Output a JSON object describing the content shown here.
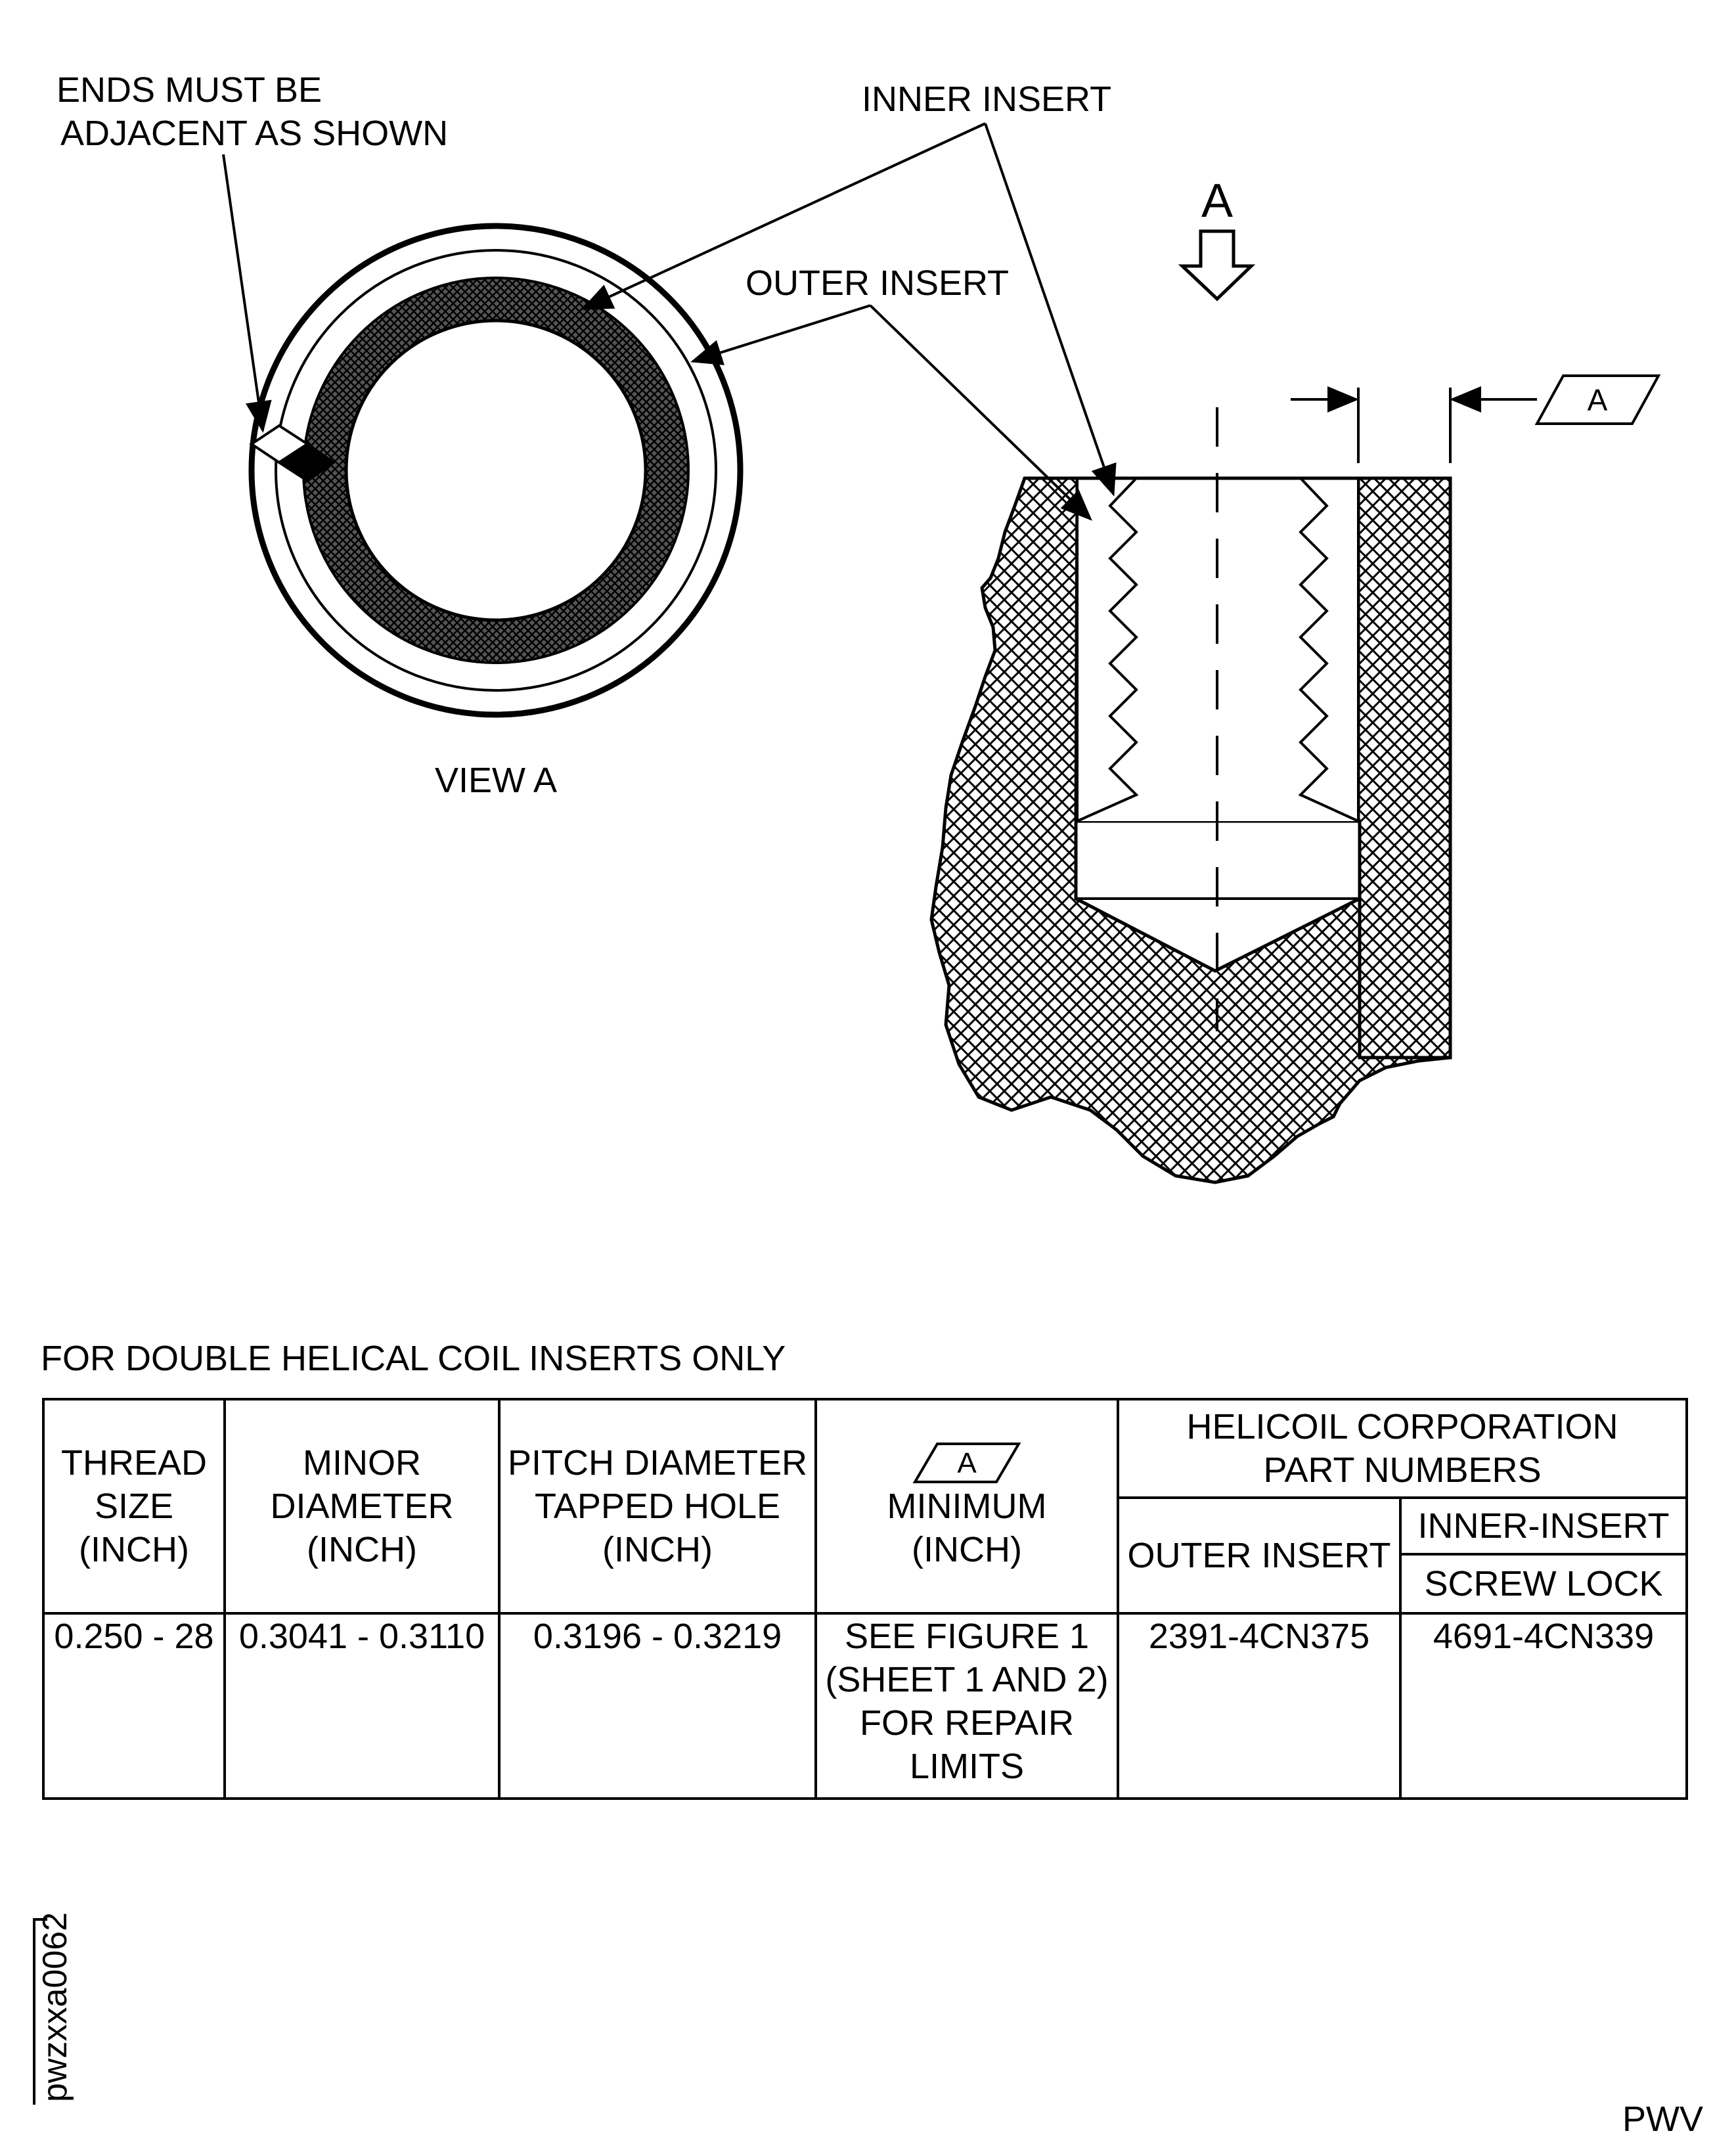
{
  "labels": {
    "ends_line1": "ENDS MUST BE",
    "ends_line2": "ADJACENT AS SHOWN",
    "inner_insert": "INNER INSERT",
    "outer_insert": "OUTER INSERT",
    "view_a": "VIEW A",
    "view_arrow": "A",
    "datum": "A"
  },
  "table": {
    "title": "FOR DOUBLE HELICAL COIL INSERTS ONLY",
    "h_thread": [
      "THREAD",
      "SIZE",
      "(INCH)"
    ],
    "h_minor": [
      "MINOR",
      "DIAMETER",
      "(INCH)"
    ],
    "h_pitch": [
      "PITCH DIAMETER",
      "TAPPED HOLE",
      "(INCH)"
    ],
    "h_min_symbol": "A",
    "h_min": [
      "MINIMUM",
      "(INCH)"
    ],
    "h_helicoil": [
      "HELICOIL CORPORATION",
      "PART NUMBERS"
    ],
    "h_outer": "OUTER INSERT",
    "h_inner": "INNER-INSERT",
    "h_screwlock": "SCREW LOCK",
    "row": {
      "thread": "0.250 - 28",
      "minor": "0.3041 - 0.3110",
      "pitch": "0.3196 - 0.3219",
      "minimum": [
        "SEE FIGURE 1",
        "(SHEET 1 AND 2)",
        "FOR REPAIR",
        "LIMITS"
      ],
      "outer": "2391-4CN375",
      "inner": "4691-4CN339"
    }
  },
  "footer": {
    "figure_id": "pwzxxa0062",
    "mark": "PWV"
  }
}
